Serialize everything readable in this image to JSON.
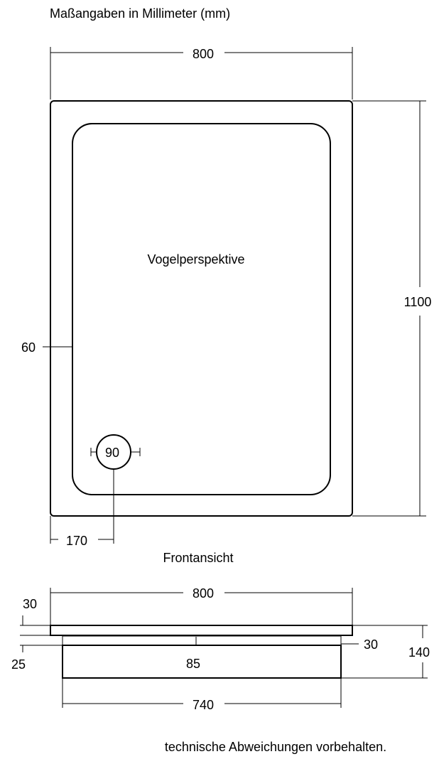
{
  "header": {
    "title": "Maßangaben in Millimeter (mm)"
  },
  "top_view": {
    "label": "Vogelperspektive",
    "width_mm": "800",
    "length_mm": "1100",
    "rim_mm": "60",
    "drain_offset_mm": "170",
    "drain_diameter_mm": "90"
  },
  "front_view": {
    "label": "Frontansicht",
    "width_mm": "800",
    "rim_thickness_mm": "30",
    "gap_mm": "25",
    "step_mm": "30",
    "body_height_mm": "85",
    "total_height_mm": "140",
    "base_width_mm": "740"
  },
  "footer": {
    "note": "technische Abweichungen vorbehalten."
  }
}
